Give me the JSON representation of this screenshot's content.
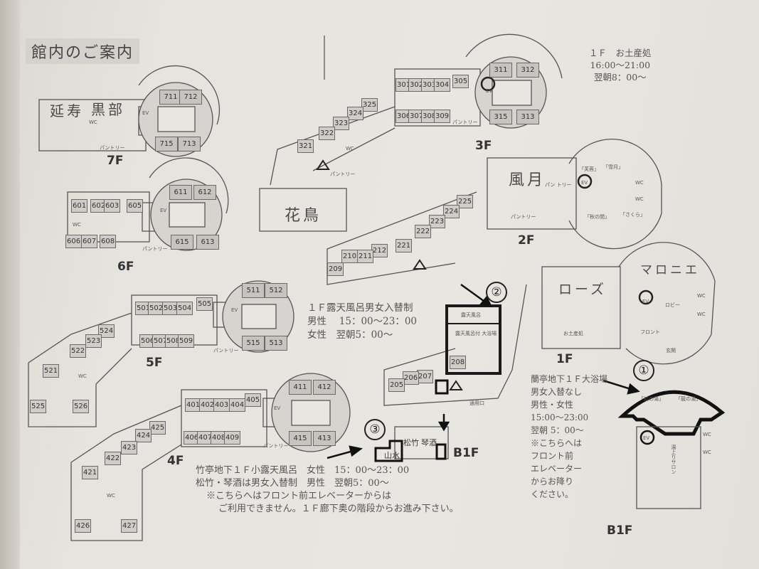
{
  "title": "館内のご案内",
  "notes": {
    "souvenir": [
      "１Ｆ　お土産処",
      "16:00〜21:00",
      "翌朝8：00〜"
    ],
    "rotenburo": [
      "１Ｆ露天風呂男女入替制",
      "男性　 15：00〜23：00",
      "女性　翌朝5：00〜"
    ],
    "chikutei": [
      "竹亭地下１Ｆ小露天風呂　女性　15：00〜23：00",
      "松竹・琴酒は男女入替制　男性　翌朝5：00〜",
      "※こちらへはフロント前エレベーターからは",
      "ご利用できません。１Ｆ廊下奥の階段からお進み下さい。"
    ],
    "daiyokujo": [
      "蘭亭地下１Ｆ大浴場",
      "男女入替なし",
      "男性・女性",
      "15:00〜23:00",
      "翌朝 5：00〜",
      "※こちらへは",
      "フロント前",
      "エレベーター",
      "からお降り",
      "ください。"
    ]
  },
  "markers": [
    "①",
    "②",
    "③"
  ],
  "floors": {
    "f7": {
      "label": "7F",
      "halls": [
        "延寿",
        "黒部"
      ],
      "rooms": [
        "711",
        "712",
        "715",
        "713"
      ],
      "misc": [
        "EV",
        "WC",
        "パントリー"
      ]
    },
    "f6": {
      "label": "6F",
      "rooms": [
        "601",
        "602",
        "603",
        "605",
        "606",
        "607",
        "608",
        "611",
        "612",
        "615",
        "613"
      ],
      "misc": [
        "EV",
        "WC",
        "パントリー"
      ]
    },
    "f5": {
      "label": "5F",
      "rooms": [
        "501",
        "502",
        "503",
        "504",
        "505",
        "506",
        "507",
        "508",
        "509",
        "511",
        "512",
        "515",
        "513",
        "524",
        "523",
        "522",
        "521",
        "525",
        "526"
      ],
      "misc": [
        "EV",
        "WC",
        "パントリー"
      ]
    },
    "f4": {
      "label": "4F",
      "rooms": [
        "401",
        "402",
        "403",
        "404",
        "405",
        "406",
        "407",
        "408",
        "409",
        "411",
        "412",
        "415",
        "413",
        "425",
        "424",
        "423",
        "422",
        "421",
        "426",
        "427"
      ],
      "misc": [
        "EV",
        "WC",
        "パントリー"
      ]
    },
    "f3": {
      "label": "3F",
      "halls": [
        "花鳥"
      ],
      "rooms": [
        "301",
        "302",
        "303",
        "304",
        "305",
        "306",
        "307",
        "308",
        "309",
        "311",
        "312",
        "315",
        "313",
        "325",
        "324",
        "323",
        "322",
        "321"
      ],
      "misc": [
        "EV",
        "WC",
        "パントリー",
        "パントリー"
      ]
    },
    "f2": {
      "label": "2F",
      "halls": [
        "風月"
      ],
      "rooms": [
        "225",
        "224",
        "223",
        "222",
        "221",
        "212",
        "211",
        "210",
        "209"
      ],
      "misc": [
        "パントリー",
        "「さくら」",
        "「秋の間」",
        "「芙蓉」",
        "「雪月」",
        "EV",
        "WC",
        "WC",
        "パン トリー"
      ]
    },
    "f1": {
      "label": "1F",
      "halls": [
        "ローズ",
        "マロニエ"
      ],
      "rooms": [
        "208",
        "207",
        "206",
        "205"
      ],
      "misc": [
        "ロビー",
        "フロント",
        "お土産処",
        "玄関",
        "EV",
        "WC",
        "WC",
        "露天風呂",
        "露天風呂付 大浴場",
        "通用口"
      ]
    },
    "b1_chikutei": {
      "label": "B1F",
      "baths": [
        "山水",
        "松竹",
        "琴酒"
      ]
    },
    "b1_rantei": {
      "label": "B1F",
      "baths": [
        "「虹の湯」",
        "「龍の湯」"
      ],
      "misc": [
        "湯上りサロン",
        "EV",
        "WC",
        "WC"
      ]
    }
  }
}
